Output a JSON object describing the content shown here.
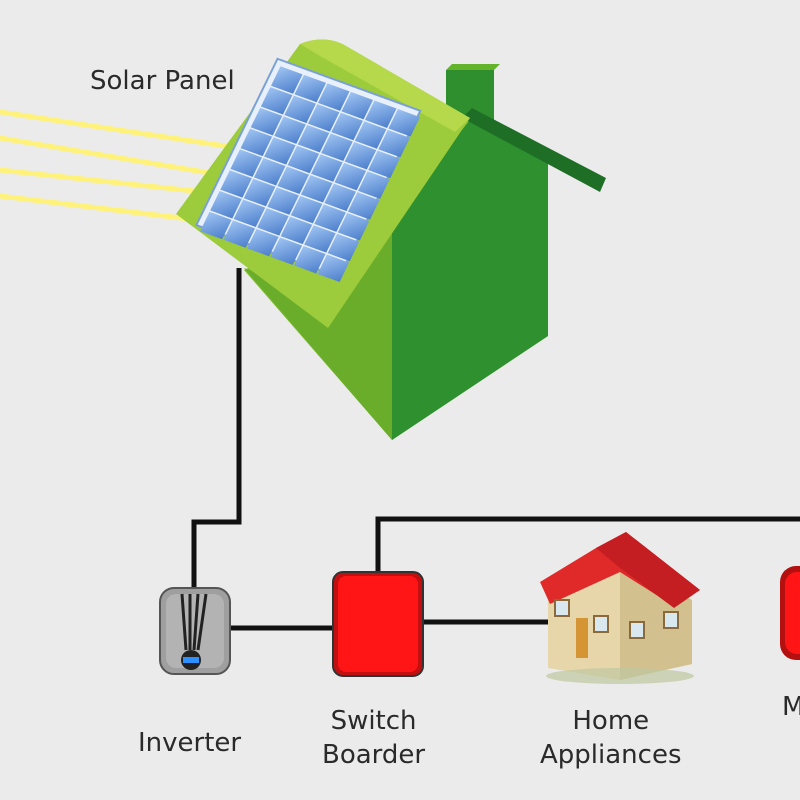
{
  "labels": {
    "solar_panel": "Solar Panel",
    "inverter": "Inverter",
    "switch_boarder": "Switch\nBoarder",
    "home_appliances": "Home\nAppliances",
    "cut_off": "M"
  },
  "colors": {
    "background": "#ebebeb",
    "house_light_green": "#8cc63f",
    "house_dark_green": "#2f8f2f",
    "panel_blue": "#6d9fe0",
    "sun_ray_yellow": "#fff27a",
    "wire": "#111111",
    "switch_red": "#ee1111",
    "roof_red": "#d8262b"
  },
  "icons": {
    "house": "green-house-icon",
    "solar_panel": "solar-panel-icon",
    "sun_rays": "sun-rays-icon",
    "inverter": "inverter-icon",
    "switch_board": "switch-board-icon",
    "home": "home-appliances-icon",
    "meter": "meter-icon"
  }
}
